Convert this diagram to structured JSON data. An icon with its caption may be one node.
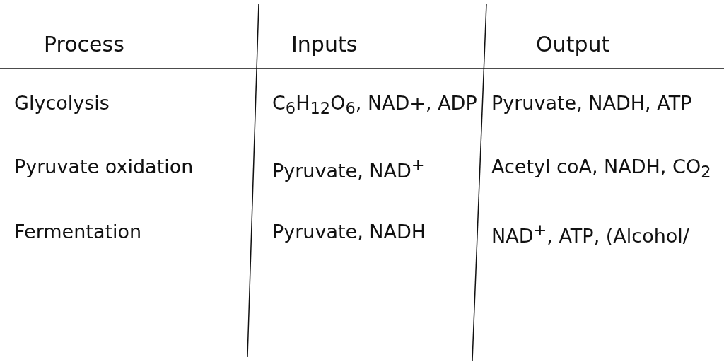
{
  "diagram": {
    "labels": [
      "Process",
      "Inputs",
      "Output",
      "Glycolysis",
      "C$_{6}$H$_{12}$O$_{6}$, NAD+, ADP",
      "Pyruvate, NADH, ATP",
      "Pyruvate oxidation",
      "Pyruvate, NAD$^{+}$",
      "Acetyl coA, NADH, CO$_{2}$",
      "Fermentation",
      "Pyruvate, NADH",
      "NAD$^{+}$, ATP, (Alcohol/"
    ]
  }
}
